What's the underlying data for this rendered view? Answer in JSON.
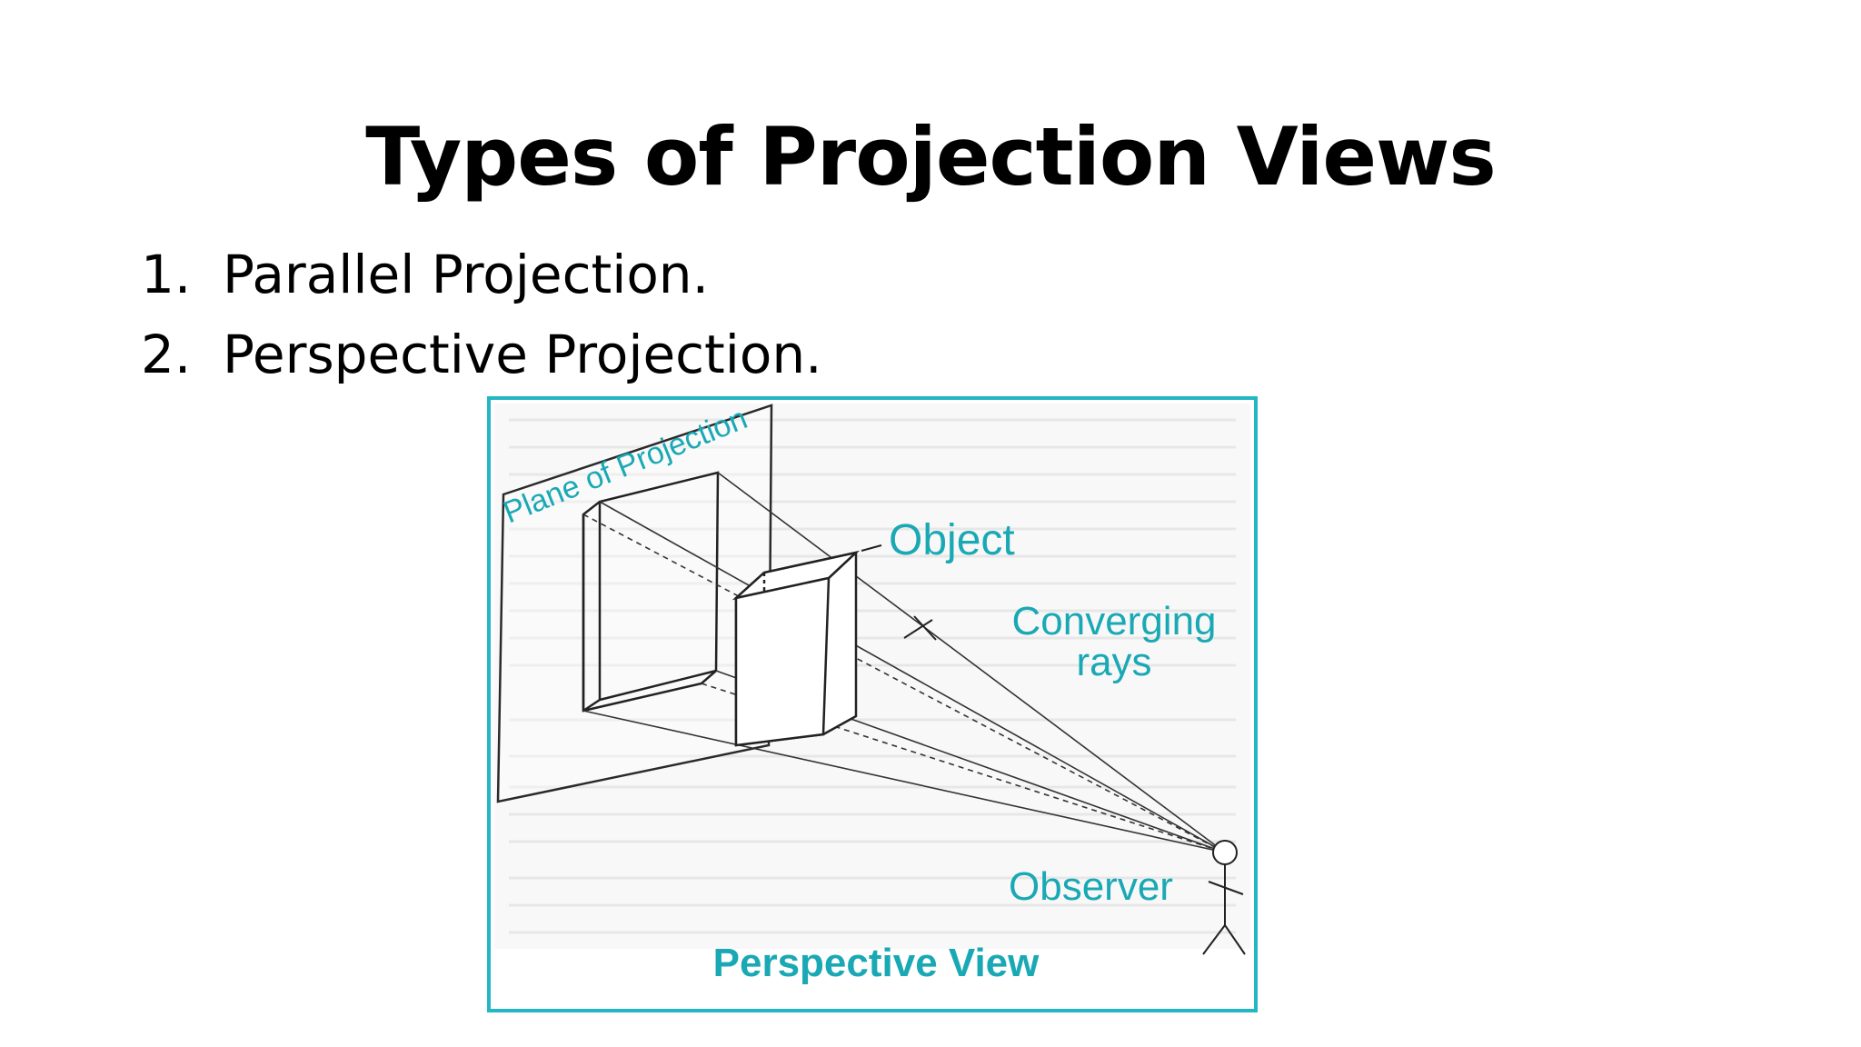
{
  "slide": {
    "title": "Types of Projection Views",
    "items": [
      {
        "number": "1.",
        "label": "Parallel Projection."
      },
      {
        "number": "2.",
        "label": "Perspective Projection."
      }
    ]
  },
  "figure": {
    "labels": {
      "plane": "Plane of Projection",
      "object": "Object",
      "rays_line1": "Converging",
      "rays_line2": "rays",
      "observer": "Observer",
      "caption": "Perspective View"
    },
    "colors": {
      "accent": "#1aa9b4",
      "border": "#24b7c3",
      "ink": "#222222"
    }
  }
}
